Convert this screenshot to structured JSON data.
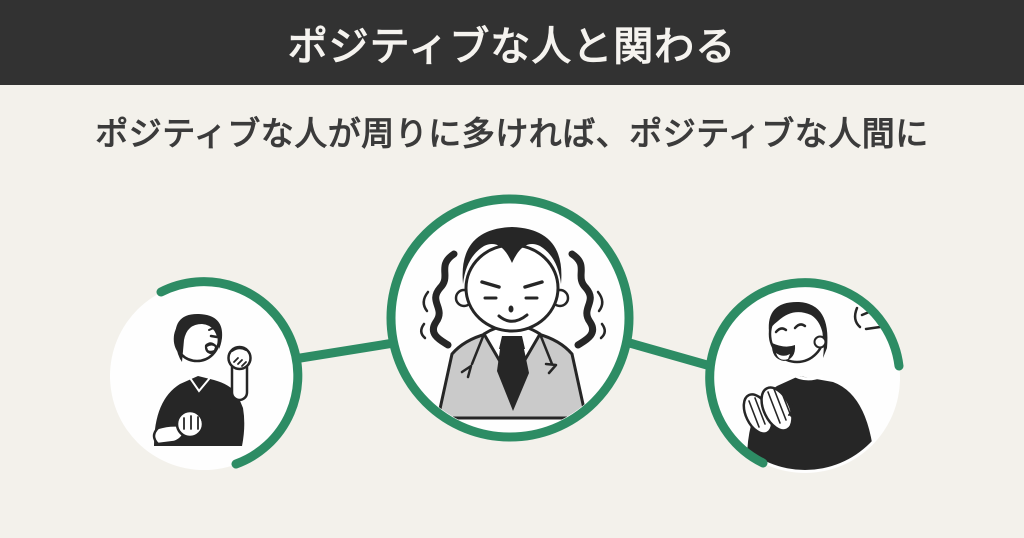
{
  "header": {
    "title": "ポジティブな人と関わる"
  },
  "subtitle": {
    "text": "ポジティブな人が周りに多ければ、ポジティブな人間に"
  },
  "colors": {
    "header_bg": "#323232",
    "header_text": "#f5f3ef",
    "page_bg": "#f3f1eb",
    "subtitle_text": "#3b3b3b",
    "accent_green": "#2d8c64",
    "ink": "#262626",
    "suit_gray": "#cacaca",
    "circle_fill": "#fefefe"
  },
  "diagram": {
    "nodes": [
      {
        "id": "left-person",
        "icon": "cheering-woman-raised-fist-icon"
      },
      {
        "id": "center-person",
        "icon": "confident-businesswoman-suit-icon"
      },
      {
        "id": "right-person",
        "icon": "laughing-man-clapping-icon"
      }
    ]
  }
}
